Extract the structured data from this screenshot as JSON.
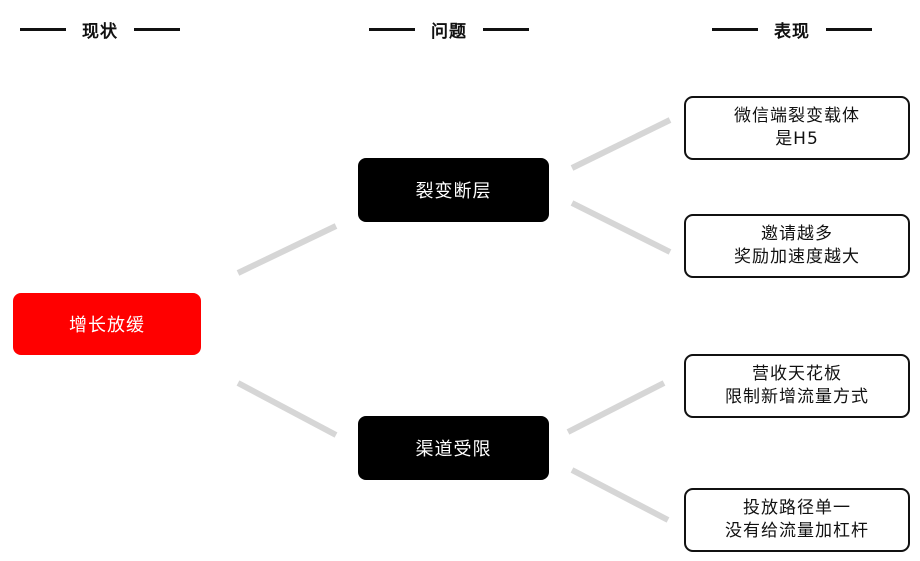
{
  "headers": {
    "status": "现状",
    "problem": "问题",
    "symptom": "表现"
  },
  "root": {
    "label": "增长放缓"
  },
  "problems": [
    {
      "label": "裂变断层"
    },
    {
      "label": "渠道受限"
    }
  ],
  "symptoms": [
    {
      "line1": "微信端裂变载体",
      "line2": "是H5"
    },
    {
      "line1": "邀请越多",
      "line2": "奖励加速度越大"
    },
    {
      "line1": "营收天花板",
      "line2": "限制新增流量方式"
    },
    {
      "line1": "投放路径单一",
      "line2": "没有给流量加杠杆"
    }
  ],
  "colors": {
    "root_fill": "#ff0000",
    "problem_fill": "#000000",
    "connector": "#d6d6d6"
  }
}
